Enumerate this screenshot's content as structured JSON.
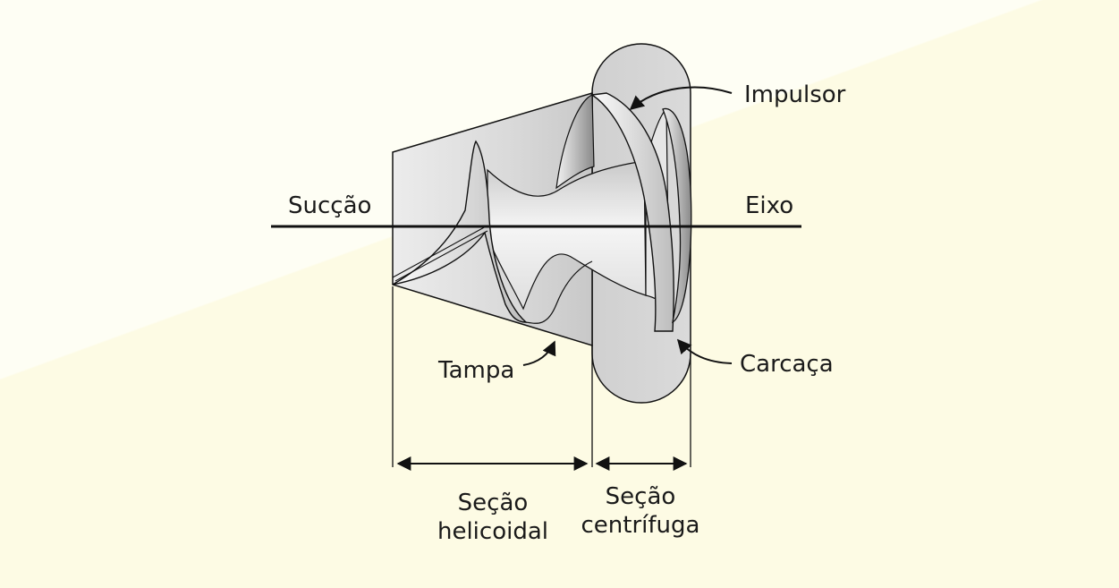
{
  "labels": {
    "suction": "Sucção",
    "axis": "Eixo",
    "impeller": "Impulsor",
    "casing": "Carcaça",
    "cover": "Tampa",
    "helical_line1": "Seção",
    "helical_line2": "helicoidal",
    "centrifugal_line1": "Seção",
    "centrifugal_line2": "centrífuga"
  },
  "colors": {
    "ink": "#111111",
    "body_fill": "#d6d6d6",
    "shadow": "#9a9a9a",
    "highlight": "#f7f7f7"
  }
}
